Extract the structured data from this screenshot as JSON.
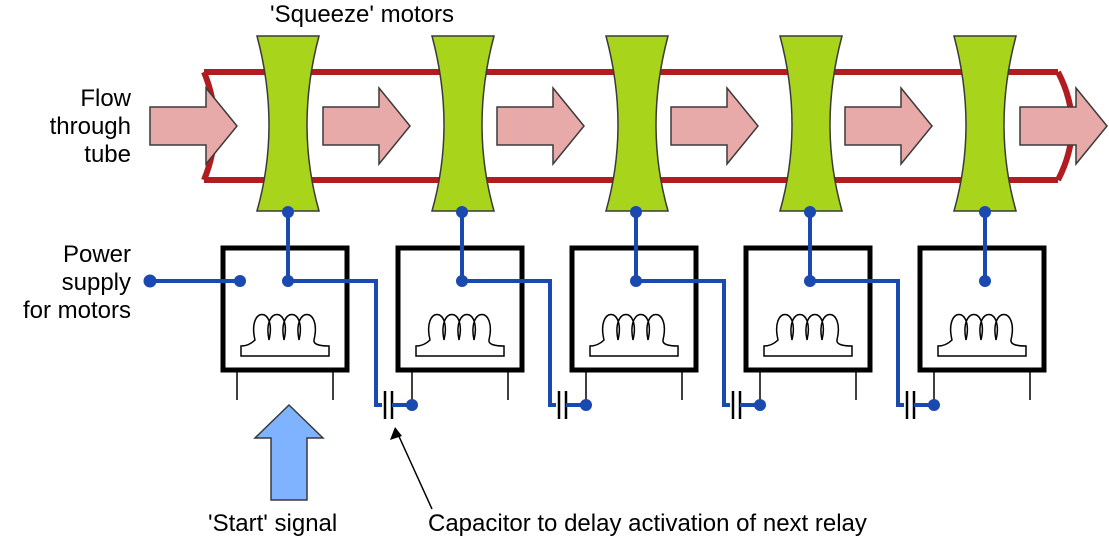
{
  "labels": {
    "squeeze_motors": "'Squeeze' motors",
    "flow_line1": "Flow",
    "flow_line2": "through",
    "flow_line3": "tube",
    "power_line1": "Power",
    "power_line2": "supply",
    "power_line3": "for motors",
    "start_signal": "'Start' signal",
    "capacitor_note": "Capacitor to delay activation of next relay"
  },
  "colors": {
    "tube": "#b01c20",
    "flow_arrow_fill": "#e8aaa8",
    "flow_arrow_stroke": "#3a3a3a",
    "motor_fill": "#a8d41c",
    "motor_stroke": "#3a3a3a",
    "wire": "#1a49b0",
    "relay": "#000000",
    "start_arrow_fill": "#7fb2ff",
    "start_arrow_stroke": "#3a3a3a"
  }
}
